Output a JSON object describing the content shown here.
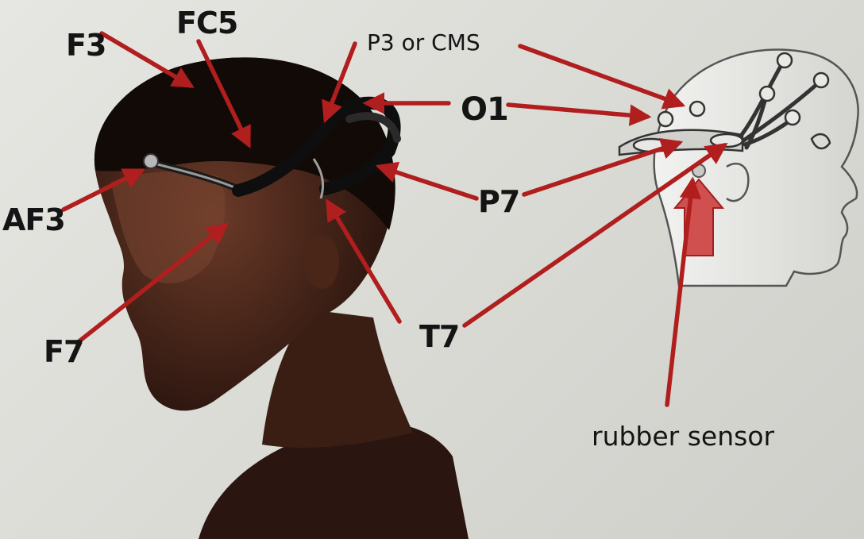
{
  "labels": {
    "f3": "F3",
    "fc5": "FC5",
    "p3_cms": "P3 or CMS",
    "o1": "O1",
    "af3": "AF3",
    "p7": "P7",
    "f7": "F7",
    "t7": "T7",
    "rubber_sensor": "rubber sensor"
  },
  "colors": {
    "arrow": "#b01e1e",
    "text": "#141414",
    "background": "#dedeD9"
  }
}
